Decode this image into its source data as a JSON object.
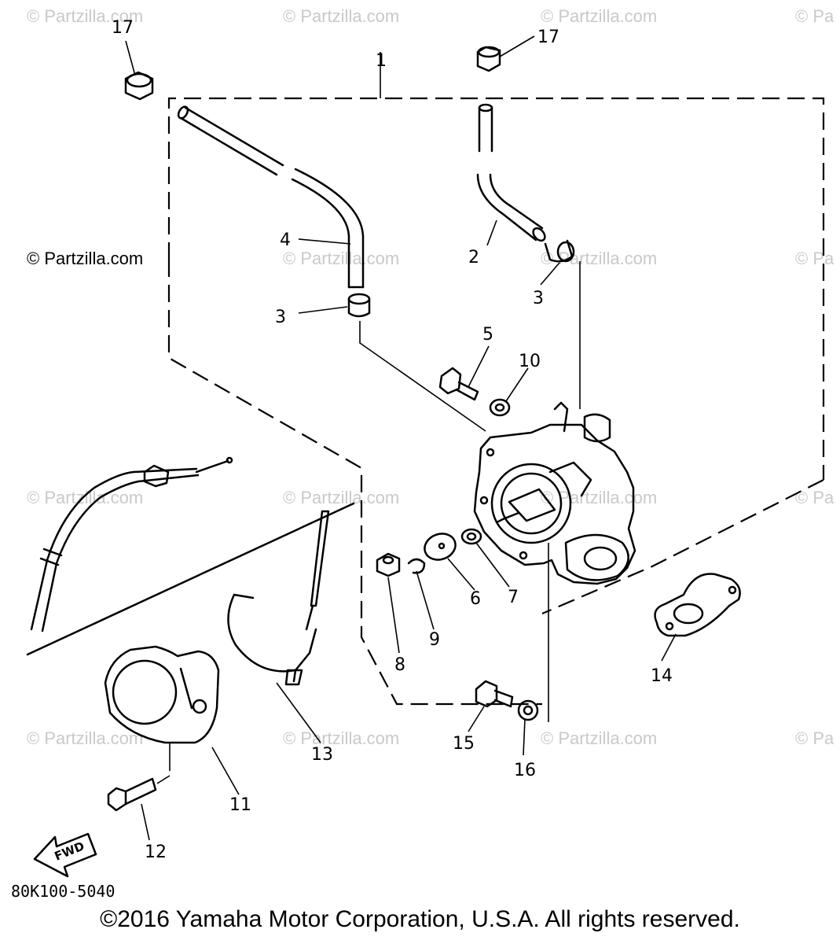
{
  "watermarks": {
    "text": "© Partzilla.com",
    "edge_text": "© Pa",
    "highlighted": "© Partzilla.com"
  },
  "diagram_code": "80K100-5040",
  "copyright": "©2016 Yamaha Motor Corporation, U.S.A. All rights reserved.",
  "fwd_label": "FWD",
  "callouts": {
    "c1": "1",
    "c2": "2",
    "c3a": "3",
    "c3b": "3",
    "c4": "4",
    "c5": "5",
    "c6": "6",
    "c7": "7",
    "c8": "8",
    "c9": "9",
    "c10": "10",
    "c11": "11",
    "c12": "12",
    "c13": "13",
    "c14": "14",
    "c15": "15",
    "c16": "16",
    "c17a": "17",
    "c17b": "17"
  },
  "colors": {
    "line": "#000000",
    "watermark": "#c9c9c9",
    "background": "#ffffff"
  }
}
